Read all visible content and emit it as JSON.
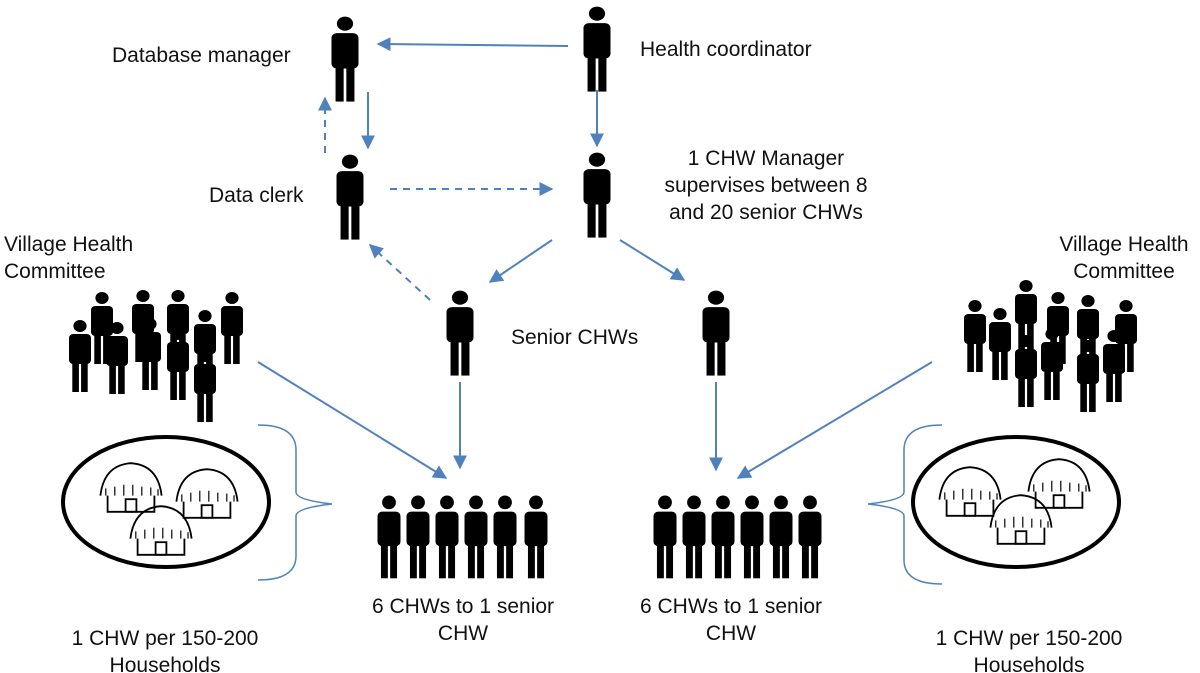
{
  "colors": {
    "arrow": "#4f81bd",
    "figure": "#000000",
    "text": "#111111",
    "background": "#ffffff"
  },
  "icons": {
    "person": "person-icon",
    "group": "people-group-icon",
    "village": "thatched-hut-icon"
  },
  "labels": {
    "database_manager": "Database manager",
    "health_coordinator": "Health coordinator",
    "data_clerk": "Data clerk",
    "chw_manager": {
      "line1": "1 CHW Manager",
      "line2": "supervises between 8",
      "line3": "and 20 senior CHWs"
    },
    "vhc_left": {
      "line1": "Village Health",
      "line2": "Committee"
    },
    "vhc_right": {
      "line1": "Village Health",
      "line2": "Committee"
    },
    "senior_chws": "Senior CHWs",
    "ratio_left": {
      "line1": "6 CHWs to 1 senior",
      "line2": "CHW"
    },
    "ratio_right": {
      "line1": "6 CHWs to 1 senior",
      "line2": "CHW"
    },
    "households_left": {
      "line1": "1 CHW per 150-200",
      "line2": "Households"
    },
    "households_right": {
      "line1": "1 CHW per 150-200",
      "line2": "Households"
    }
  }
}
